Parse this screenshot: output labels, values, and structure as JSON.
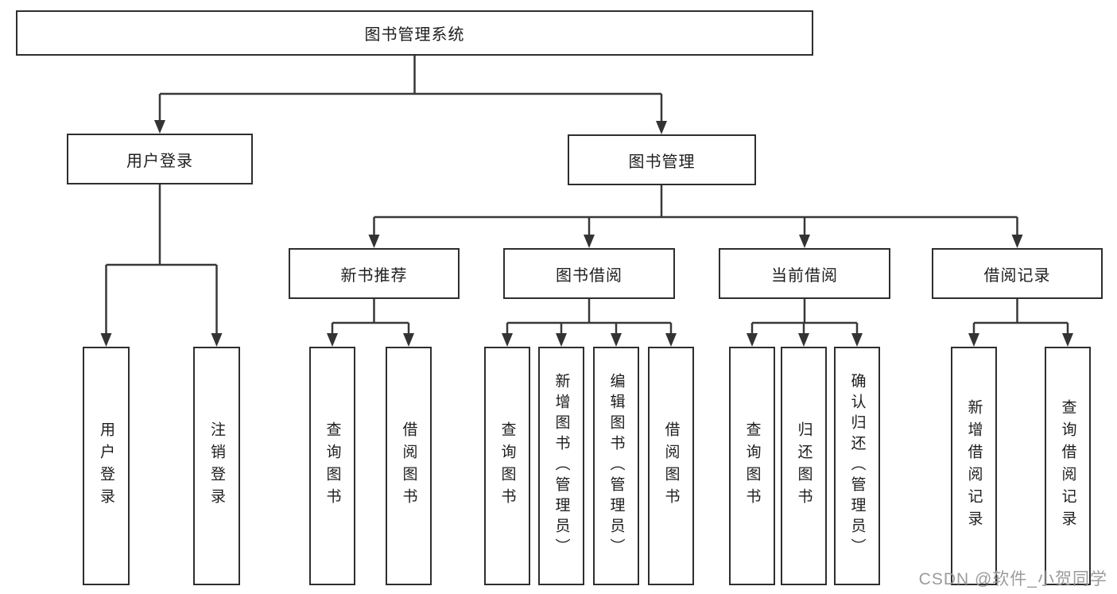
{
  "diagram": {
    "title": "图书管理系统",
    "root": {
      "label": "图书管理系统"
    },
    "level2": [
      {
        "label": "用户登录"
      },
      {
        "label": "图书管理"
      }
    ],
    "level3": [
      {
        "label": "新书推荐"
      },
      {
        "label": "图书借阅"
      },
      {
        "label": "当前借阅"
      },
      {
        "label": "借阅记录"
      }
    ],
    "level4_groups": [
      {
        "parent": "用户登录",
        "items": [
          {
            "label": "用户登录"
          },
          {
            "label": "注销登录"
          }
        ]
      },
      {
        "parent": "新书推荐",
        "items": [
          {
            "label": "查询图书"
          },
          {
            "label": "借阅图书"
          }
        ]
      },
      {
        "parent": "图书借阅",
        "items": [
          {
            "label": "查询图书"
          },
          {
            "label": "新增图书（管理员）"
          },
          {
            "label": "编辑图书（管理员）"
          },
          {
            "label": "借阅图书"
          }
        ]
      },
      {
        "parent": "当前借阅",
        "items": [
          {
            "label": "查询图书"
          },
          {
            "label": "归还图书"
          },
          {
            "label": "确认归还（管理员）"
          }
        ]
      },
      {
        "parent": "借阅记录",
        "items": [
          {
            "label": "新增借阅记录"
          },
          {
            "label": "查询借阅记录"
          }
        ]
      }
    ]
  },
  "watermark": "CSDN @软件_小贺同学",
  "colors": {
    "line": "#383838",
    "node_border": "#2e2e2e",
    "node_fill": "#ffffff",
    "text": "#1e1e1e",
    "watermark": "#9b9b9b",
    "background": "#ffffff"
  }
}
